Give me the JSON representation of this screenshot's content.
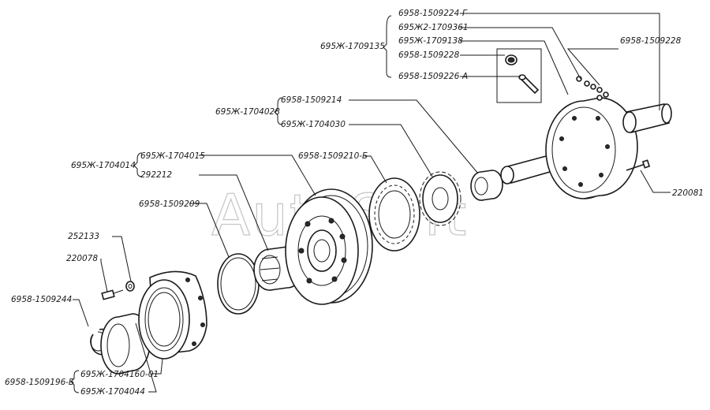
{
  "watermark": "AutoSoft",
  "labels": {
    "l1": "6958-1509224-Г",
    "l2": "695Ж2-1709361",
    "l3": "695Ж-1709138",
    "l4": "6958-1509228",
    "l5": "6958-1509226-А",
    "l6": "695Ж-1709135",
    "l7": "6958-1509228",
    "l8": "6958-1509214",
    "l9": "695Ж-1704028",
    "l10": "695Ж-1704030",
    "l11": "6958-1509210-Б",
    "l12": "695Ж-1704015",
    "l13": "695Ж-1704014",
    "l14": "292212",
    "l15": "6958-1509209",
    "l16": "220081",
    "l17": "252133",
    "l18": "220078",
    "l19": "6958-1509244",
    "l20": "695Ж-1704160-01",
    "l21": "6958-1509196-Б",
    "l22": "695Ж-1704044"
  }
}
